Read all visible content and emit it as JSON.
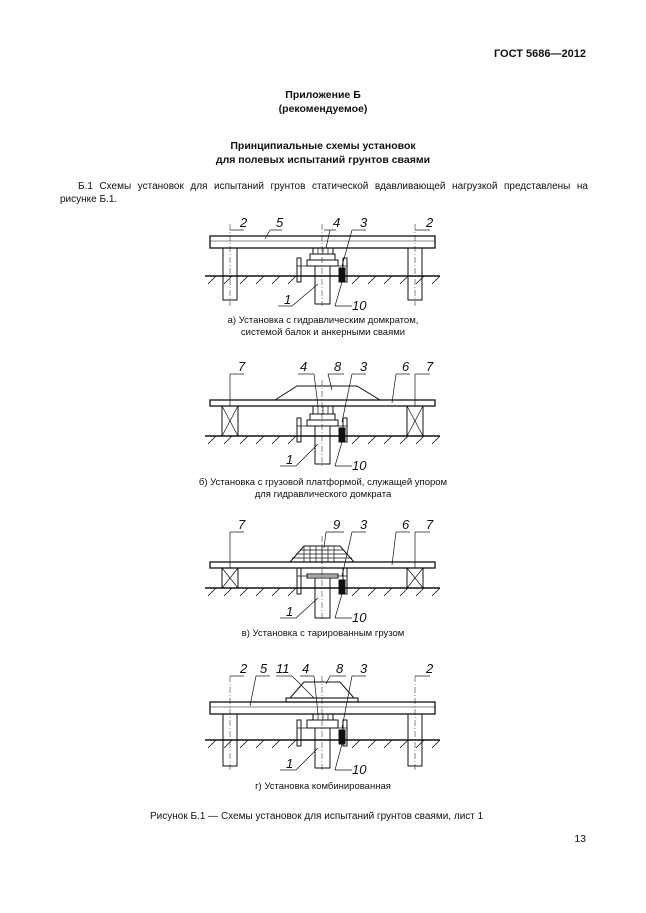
{
  "header": {
    "standard": "ГОСТ 5686—2012"
  },
  "appendix": {
    "title": "Приложение Б",
    "subtitle": "(рекомендуемое)"
  },
  "heading": {
    "line1": "Принципиальные схемы установок",
    "line2": "для полевых испытаний грунтов сваями"
  },
  "paragraph": "Б.1 Схемы установок для испытаний грунтов статической вдавливающей нагрузкой представлены на рисунке Б.1.",
  "figures": [
    {
      "labels": [
        "2",
        "5",
        "4",
        "3",
        "2",
        "1",
        "10"
      ],
      "caption1": "а) Установка с гидравлическим домкратом,",
      "caption2": "системой балок и анкерными сваями"
    },
    {
      "labels": [
        "7",
        "4",
        "8",
        "3",
        "6",
        "7",
        "1",
        "10"
      ],
      "caption1": "б) Установка с грузовой платформой, служащей упором",
      "caption2": "для гидравлического домкрата"
    },
    {
      "labels": [
        "7",
        "9",
        "3",
        "6",
        "7",
        "1",
        "10"
      ],
      "caption1": "в) Установка с тарированным грузом"
    },
    {
      "labels": [
        "2",
        "5",
        "11",
        "4",
        "8",
        "3",
        "2",
        "1",
        "10"
      ],
      "caption1": "г) Установка комбинированная"
    }
  ],
  "figure_caption": "Рисунок Б.1 — Схемы установок для испытаний грунтов сваями, лист 1",
  "page_number": "13"
}
